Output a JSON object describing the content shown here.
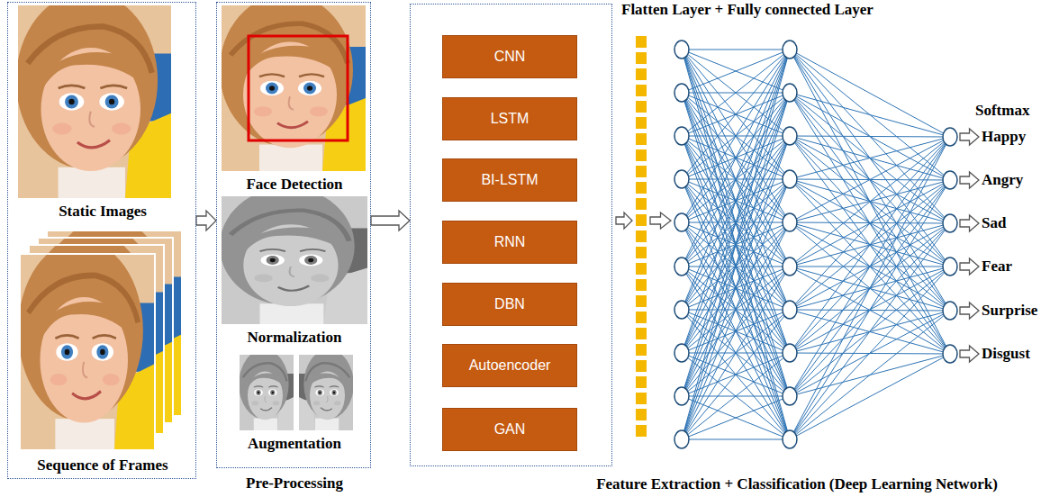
{
  "diagram": {
    "nodes": [
      {
        "text": [
          "Static Images",
          "Sequence of Frames"
        ]
      },
      {
        "text": [
          "Face Detection",
          "Normalization",
          "Augmentation",
          "Pre-Processing"
        ]
      },
      {
        "text": [
          "Feature Extraction + Classification (Deep Learning Network)"
        ]
      },
      {
        "text": [
          "CNN"
        ],
        "in": 2
      },
      {
        "text": [
          "LSTM"
        ],
        "in": 2
      },
      {
        "text": [
          "BI-LSTM"
        ],
        "in": 2
      },
      {
        "text": [
          "RNN"
        ],
        "in": 2
      },
      {
        "text": [
          "DBN"
        ],
        "in": 2
      },
      {
        "text": [
          "Autoencoder"
        ],
        "in": 2
      },
      {
        "text": [
          "GAN"
        ],
        "in": 2
      }
    ],
    "edges": [
      {
        "from": 0,
        "to": 1,
        "arrow": "to"
      },
      {
        "from": 1,
        "to": 2,
        "arrow": "to"
      }
    ],
    "labels": [
      "Flatten Layer + Fully connected Layer",
      "Softmax",
      "Happy",
      "Angry",
      "Sad",
      "Fear",
      "Surprise",
      "Disgust"
    ]
  }
}
